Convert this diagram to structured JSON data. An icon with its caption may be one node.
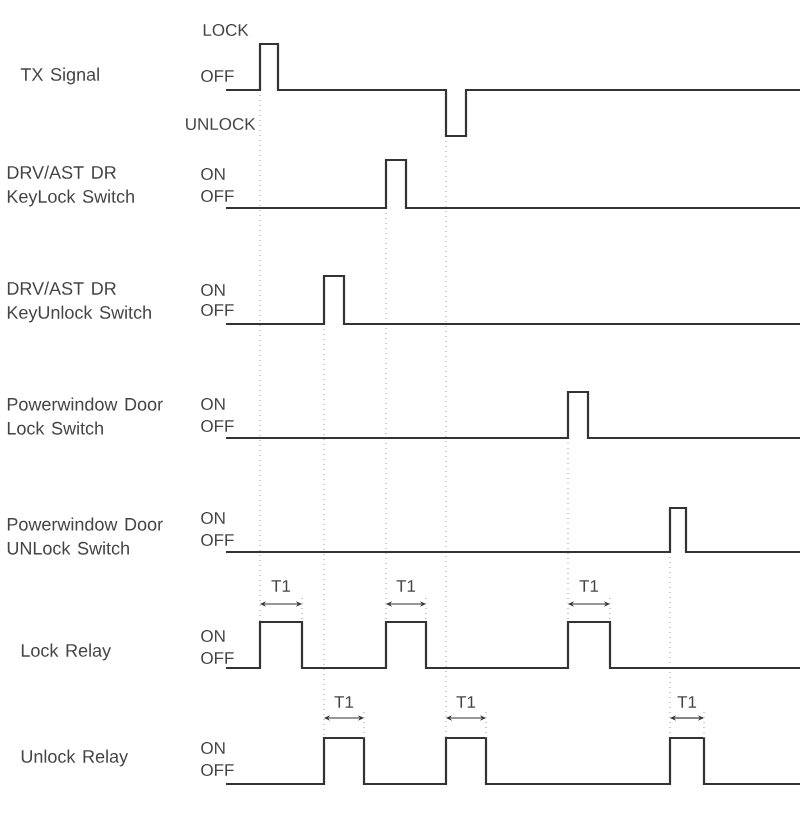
{
  "diagram": {
    "labels": [
      "LOCK",
      "TX Signal",
      "OFF",
      "UNLOCK",
      "DRV/AST DR KeyLock Switch",
      "ON",
      "OFF",
      "DRV/AST DR KeyUnlock Switch",
      "ON",
      "OFF",
      "Powerwindow Door Lock Switch",
      "ON",
      "OFF",
      "Powerwindow Door UNLock Switch",
      "ON",
      "OFF",
      "T1",
      "T1",
      "T1",
      "Lock Relay",
      "ON",
      "OFF",
      "T1",
      "T1",
      "T1",
      "Unlock Relay",
      "ON",
      "OFF"
    ]
  }
}
